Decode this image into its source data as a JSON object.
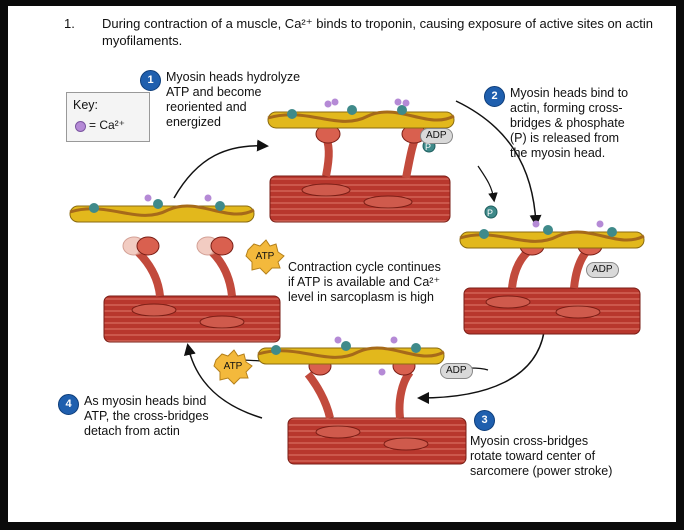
{
  "intro": {
    "number": "1.",
    "line1": "During contraction of a muscle, Ca²⁺ binds to troponin, causing exposure of active sites on actin",
    "line2": "myofilaments."
  },
  "key": {
    "title": "Key:",
    "entry": "= Ca²⁺"
  },
  "steps": [
    {
      "number": "1",
      "lines": [
        "Myosin heads hydrolyze",
        "ATP and become",
        "reoriented and",
        "energized"
      ]
    },
    {
      "number": "2",
      "lines": [
        "Myosin heads bind to",
        "actin, forming cross-",
        "bridges & phosphate",
        "(P) is released from",
        "the myosin head."
      ]
    },
    {
      "number": "3",
      "lines": [
        "Myosin cross-bridges",
        "rotate toward center of",
        "sarcomere (power stroke)"
      ]
    },
    {
      "number": "4",
      "lines": [
        "As myosin heads bind",
        "ATP, the cross-bridges",
        "detach from actin"
      ]
    }
  ],
  "center_text": [
    "Contraction cycle continues",
    "if ATP is available and Ca²⁺",
    "level in sarcoplasm is high"
  ],
  "molecule_labels": {
    "adp": "ADP",
    "atp": "ATP",
    "phosphate": "P"
  },
  "colors": {
    "frame": "#0a0a0a",
    "badge": "#1f5fae",
    "muscle": "#b8372d",
    "actin_bead": "#e2b81c",
    "tropomyosin": "#a66a1a",
    "troponin": "#3f8a8a",
    "calcium": "#b58ad6",
    "atp_star": "#f3b93c",
    "arrow": "#111111"
  }
}
